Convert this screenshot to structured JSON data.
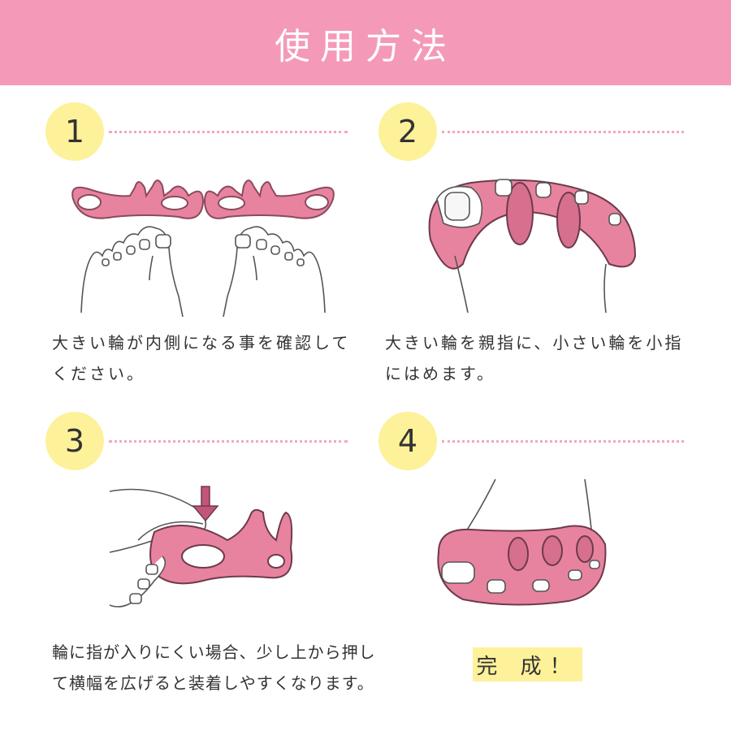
{
  "header": {
    "title": "使用方法"
  },
  "colors": {
    "header": "#f49ab8",
    "badge": "#fdf19a",
    "separator": "#f4a6bf",
    "separator_pink": "#e8839f",
    "separator_dark": "#d6708e"
  },
  "steps": [
    {
      "number": "1",
      "lines": [
        "大きい輪が内側になる事を確認して",
        "ください。"
      ]
    },
    {
      "number": "2",
      "lines": [
        "大きい輪を親指に、小さい輪を小指",
        "にはめます。"
      ]
    },
    {
      "number": "3",
      "lines": [
        "輪に指が入りにくい場合、少し上から押し",
        "て横幅を広げると装着しやすくなります。"
      ]
    },
    {
      "number": "4",
      "lines": []
    }
  ],
  "completion": {
    "label": "完 成！"
  }
}
